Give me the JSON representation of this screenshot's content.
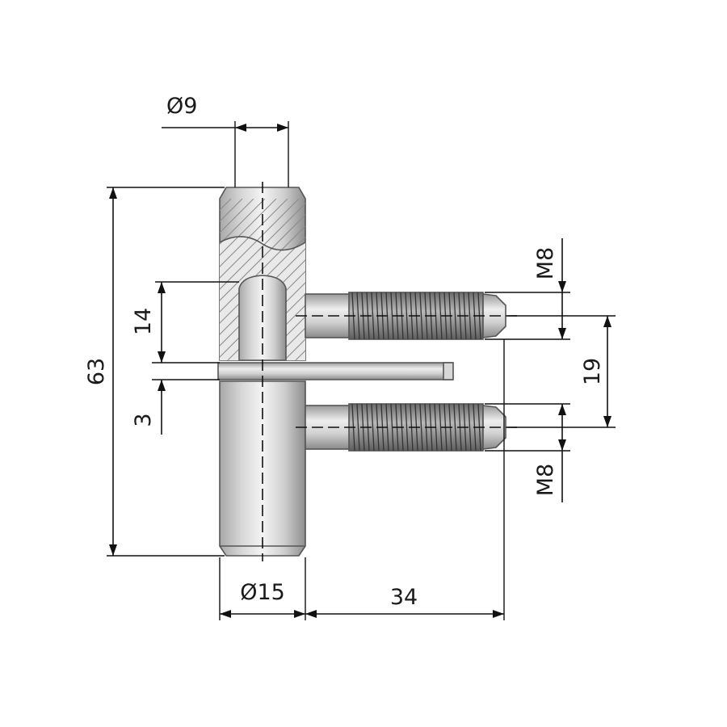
{
  "dimensions": {
    "pin_diameter": "Ø9",
    "body_diameter": "Ø15",
    "overall_height": "63",
    "pin_length": "14",
    "plate_thickness": "3",
    "screw_offset": "34",
    "screw_spacing": "19",
    "thread_top": "M8",
    "thread_bottom": "M8"
  },
  "colors": {
    "line": "#111111",
    "metal_light": "#f2f2f2",
    "metal_mid": "#bdbdbd",
    "metal_dark": "#8c8c8c"
  }
}
